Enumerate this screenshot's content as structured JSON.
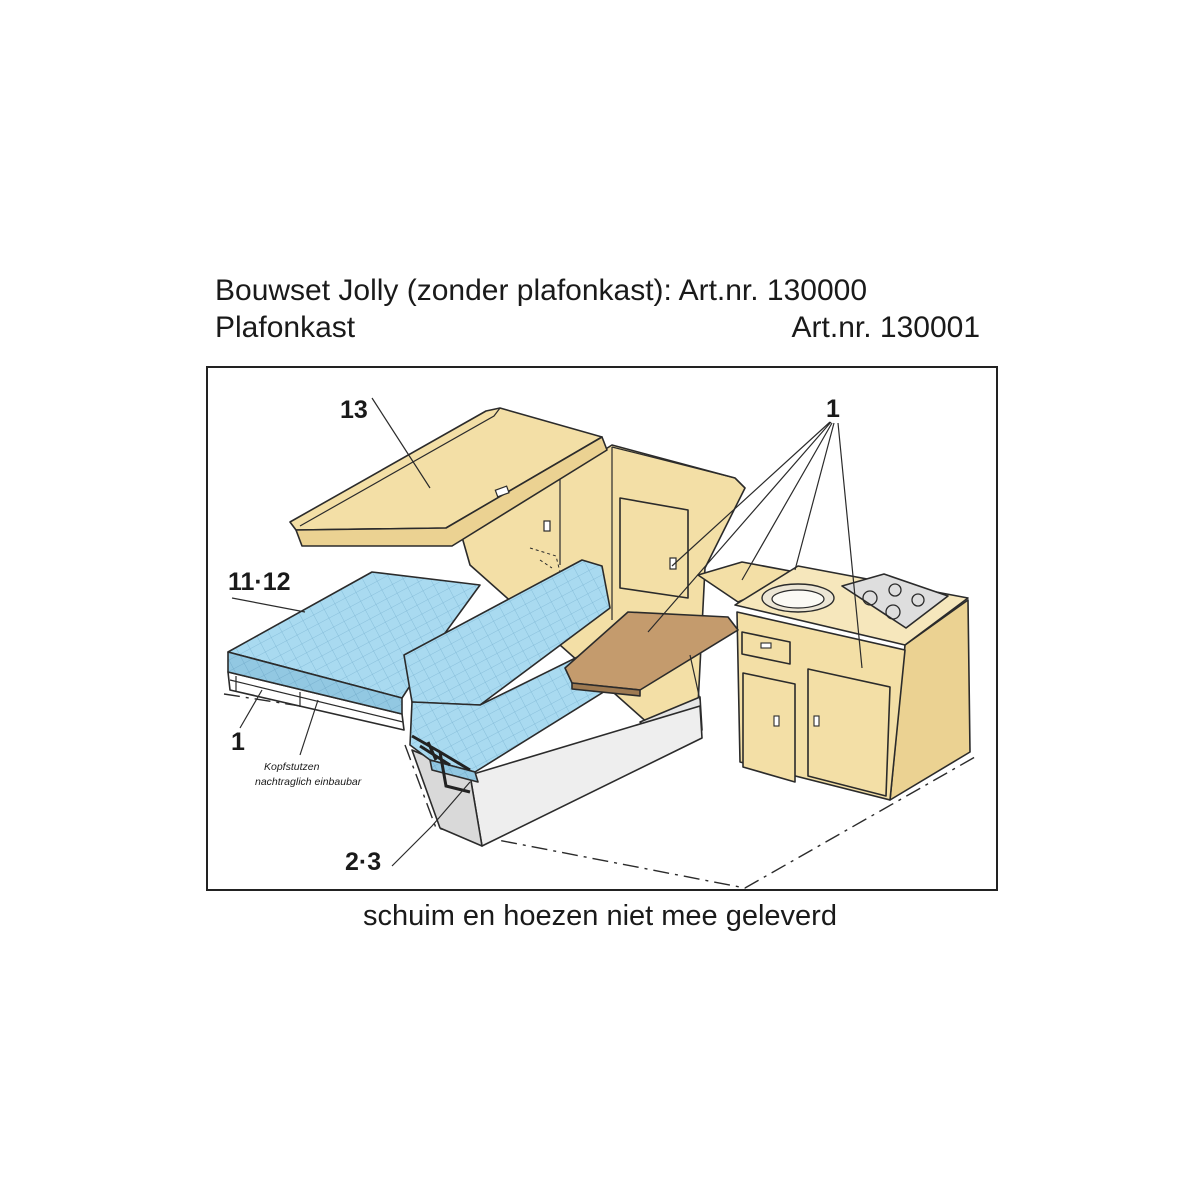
{
  "header": {
    "line1": "Bouwset Jolly (zonder plafonkast): Art.nr. 130000",
    "line2_left": "Plafonkast",
    "line2_right": "Art.nr. 130001"
  },
  "labels": {
    "ceiling_cabinet": "13",
    "kitchen_parts": "1",
    "mattress": "11·12",
    "bed_frame": "1",
    "mechanism": "2·3",
    "note_line1": "Kopfstutzen",
    "note_line2": "nachtraglich einbaubar"
  },
  "caption": "schuim en hoezen niet mee geleverd",
  "colors": {
    "cabinet": "#F3DFA6",
    "cabinet_side": "#EBD292",
    "cushion": "#A9DAF0",
    "cushion_line": "#7FB7D4",
    "table": "#C49B6D",
    "base": "#EEEEEE",
    "outline": "#2B2B2B"
  }
}
